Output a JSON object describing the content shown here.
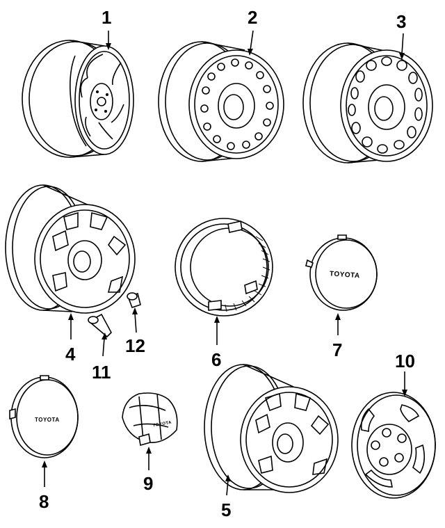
{
  "callouts": [
    {
      "id": "1",
      "label": "1"
    },
    {
      "id": "2",
      "label": "2"
    },
    {
      "id": "3",
      "label": "3"
    },
    {
      "id": "4",
      "label": "4"
    },
    {
      "id": "5",
      "label": "5"
    },
    {
      "id": "6",
      "label": "6"
    },
    {
      "id": "7",
      "label": "7"
    },
    {
      "id": "8",
      "label": "8"
    },
    {
      "id": "9",
      "label": "9"
    },
    {
      "id": "10",
      "label": "10"
    },
    {
      "id": "11",
      "label": "11"
    },
    {
      "id": "12",
      "label": "12"
    }
  ],
  "brand_marks": {
    "center_cap": "TOYOTA",
    "large_cap": "TOYOTA",
    "hub_cap": "TOYOTA"
  },
  "colors": {
    "line": "#000000",
    "background": "#ffffff"
  }
}
